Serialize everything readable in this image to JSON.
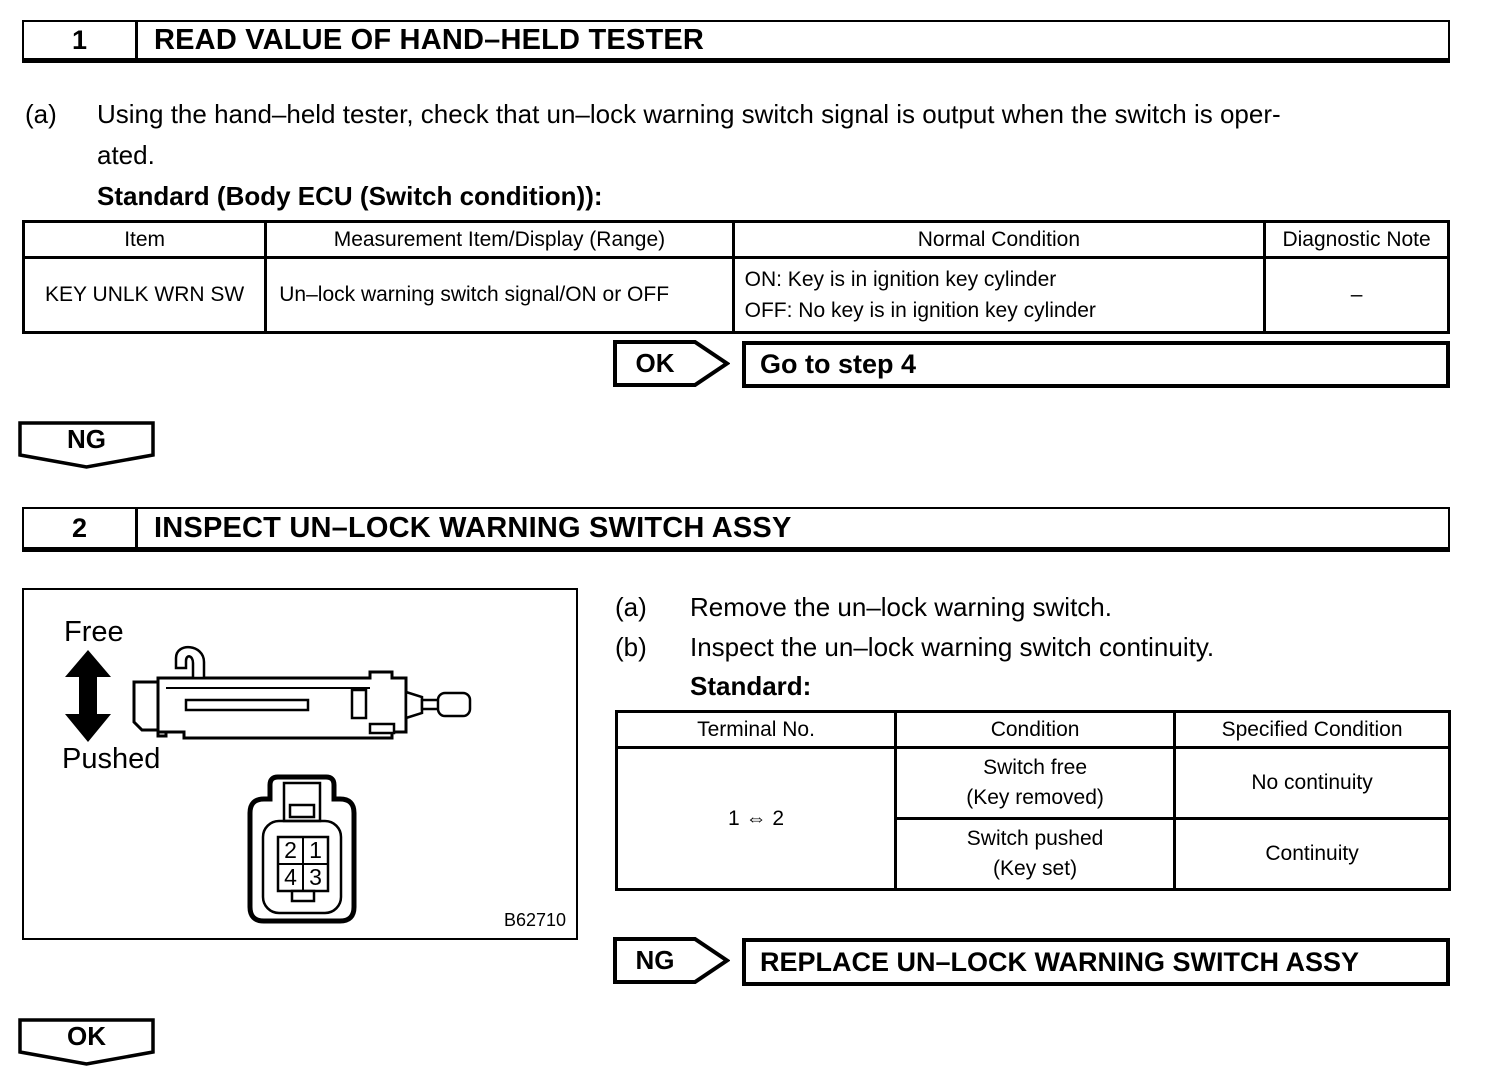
{
  "step1": {
    "number": "1",
    "title": "READ VALUE OF HAND–HELD TESTER",
    "item_label": "(a)",
    "text_line1": "Using the hand–held tester, check that un–lock warning switch signal is output when the switch is oper-",
    "text_line2": "ated.",
    "standard_label": "Standard (Body ECU (Switch condition)):",
    "table": {
      "headers": [
        "Item",
        "Measurement Item/Display (Range)",
        "Normal Condition",
        "Diagnostic Note"
      ],
      "row": {
        "item": "KEY UNLK WRN SW",
        "measurement": "Un–lock warning switch signal/ON or OFF",
        "normal_line1": "ON: Key is in ignition key cylinder",
        "normal_line2": "OFF: No key is in ignition key cylinder",
        "note": "–"
      }
    },
    "ok_label": "OK",
    "ok_action": "Go to step 4",
    "ng_label": "NG"
  },
  "step2": {
    "number": "2",
    "title": "INSPECT UN–LOCK WARNING SWITCH ASSY",
    "figure": {
      "free_label": "Free",
      "pushed_label": "Pushed",
      "pins": [
        "2",
        "1",
        "4",
        "3"
      ],
      "code": "B62710"
    },
    "item_a_label": "(a)",
    "item_a_text": "Remove the un–lock warning switch.",
    "item_b_label": "(b)",
    "item_b_text": "Inspect the un–lock warning switch continuity.",
    "standard_label": "Standard:",
    "table": {
      "headers": [
        "Terminal No.",
        "Condition",
        "Specified Condition"
      ],
      "terminal": "1 ⇔ 2",
      "rows": [
        {
          "condition_line1": "Switch free",
          "condition_line2": "(Key removed)",
          "specified": "No continuity"
        },
        {
          "condition_line1": "Switch pushed",
          "condition_line2": "(Key set)",
          "specified": "Continuity"
        }
      ]
    },
    "ng_label": "NG",
    "ng_action": "REPLACE UN–LOCK WARNING SWITCH ASSY",
    "ok_label": "OK"
  }
}
